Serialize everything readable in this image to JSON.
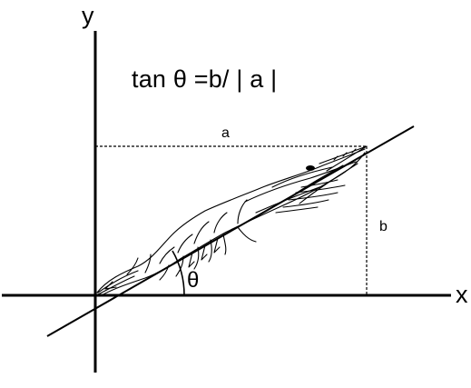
{
  "diagram": {
    "formula": "tan θ =b/ | a |",
    "labels": {
      "y_axis": "y",
      "x_axis": "x",
      "a": "a",
      "b": "b",
      "theta": "θ"
    }
  }
}
